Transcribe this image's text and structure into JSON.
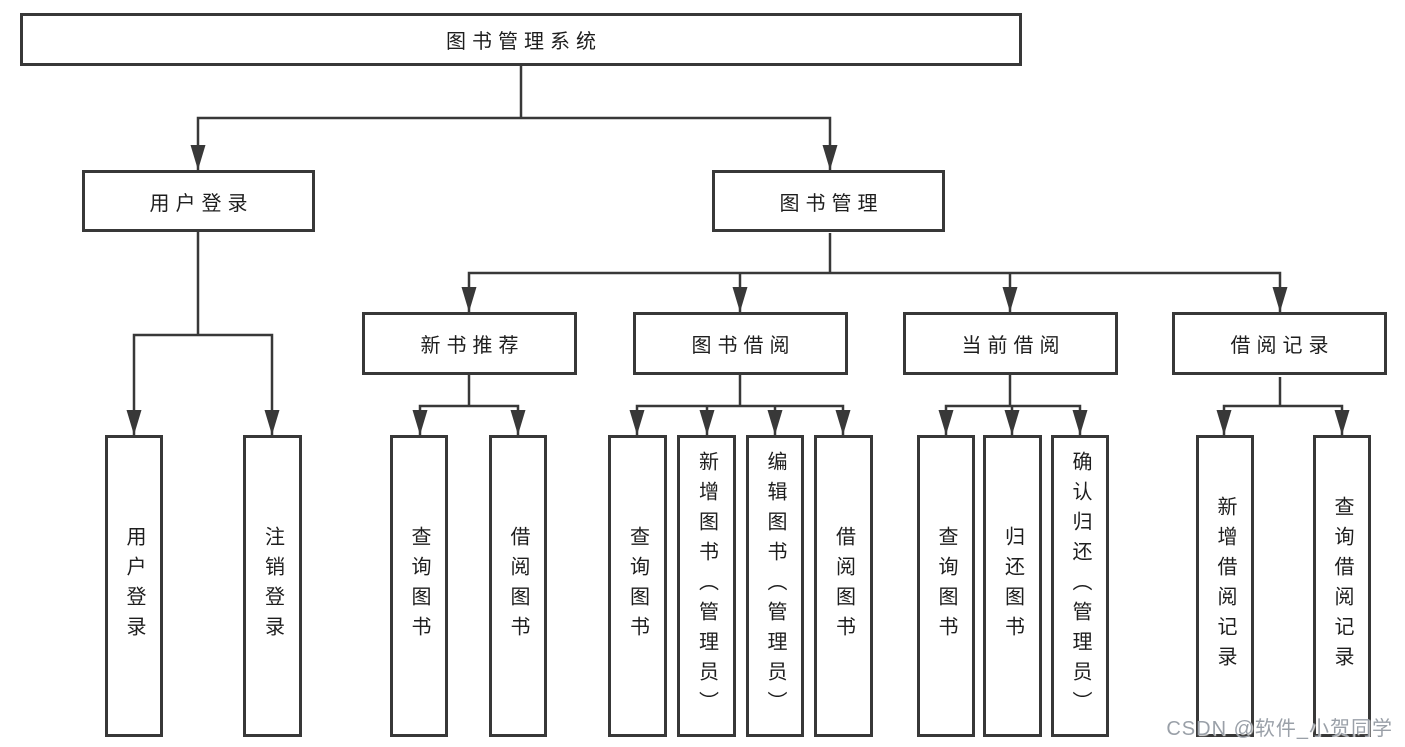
{
  "title": {
    "root": "图书管理系统"
  },
  "level2": [
    {
      "label": "用户登录"
    },
    {
      "label": "图书管理"
    }
  ],
  "level3": [
    {
      "label": "新书推荐"
    },
    {
      "label": "图书借阅"
    },
    {
      "label": "当前借阅"
    },
    {
      "label": "借阅记录"
    }
  ],
  "leaves": [
    {
      "label": "用户登录"
    },
    {
      "label": "注销登录"
    },
    {
      "label": "查询图书"
    },
    {
      "label": "借阅图书"
    },
    {
      "label": "查询图书"
    },
    {
      "label": "新增图书（管理员）"
    },
    {
      "label": "编辑图书（管理员）"
    },
    {
      "label": "借阅图书"
    },
    {
      "label": "查询图书"
    },
    {
      "label": "归还图书"
    },
    {
      "label": "确认归还（管理员）"
    },
    {
      "label": "新增借阅记录"
    },
    {
      "label": "查询借阅记录"
    }
  ],
  "watermark": "CSDN @软件_小贺同学",
  "colors": {
    "line": "#383838",
    "text": "#1e1e1e",
    "watermark": "#9aa0a8",
    "background": "#ffffff"
  }
}
